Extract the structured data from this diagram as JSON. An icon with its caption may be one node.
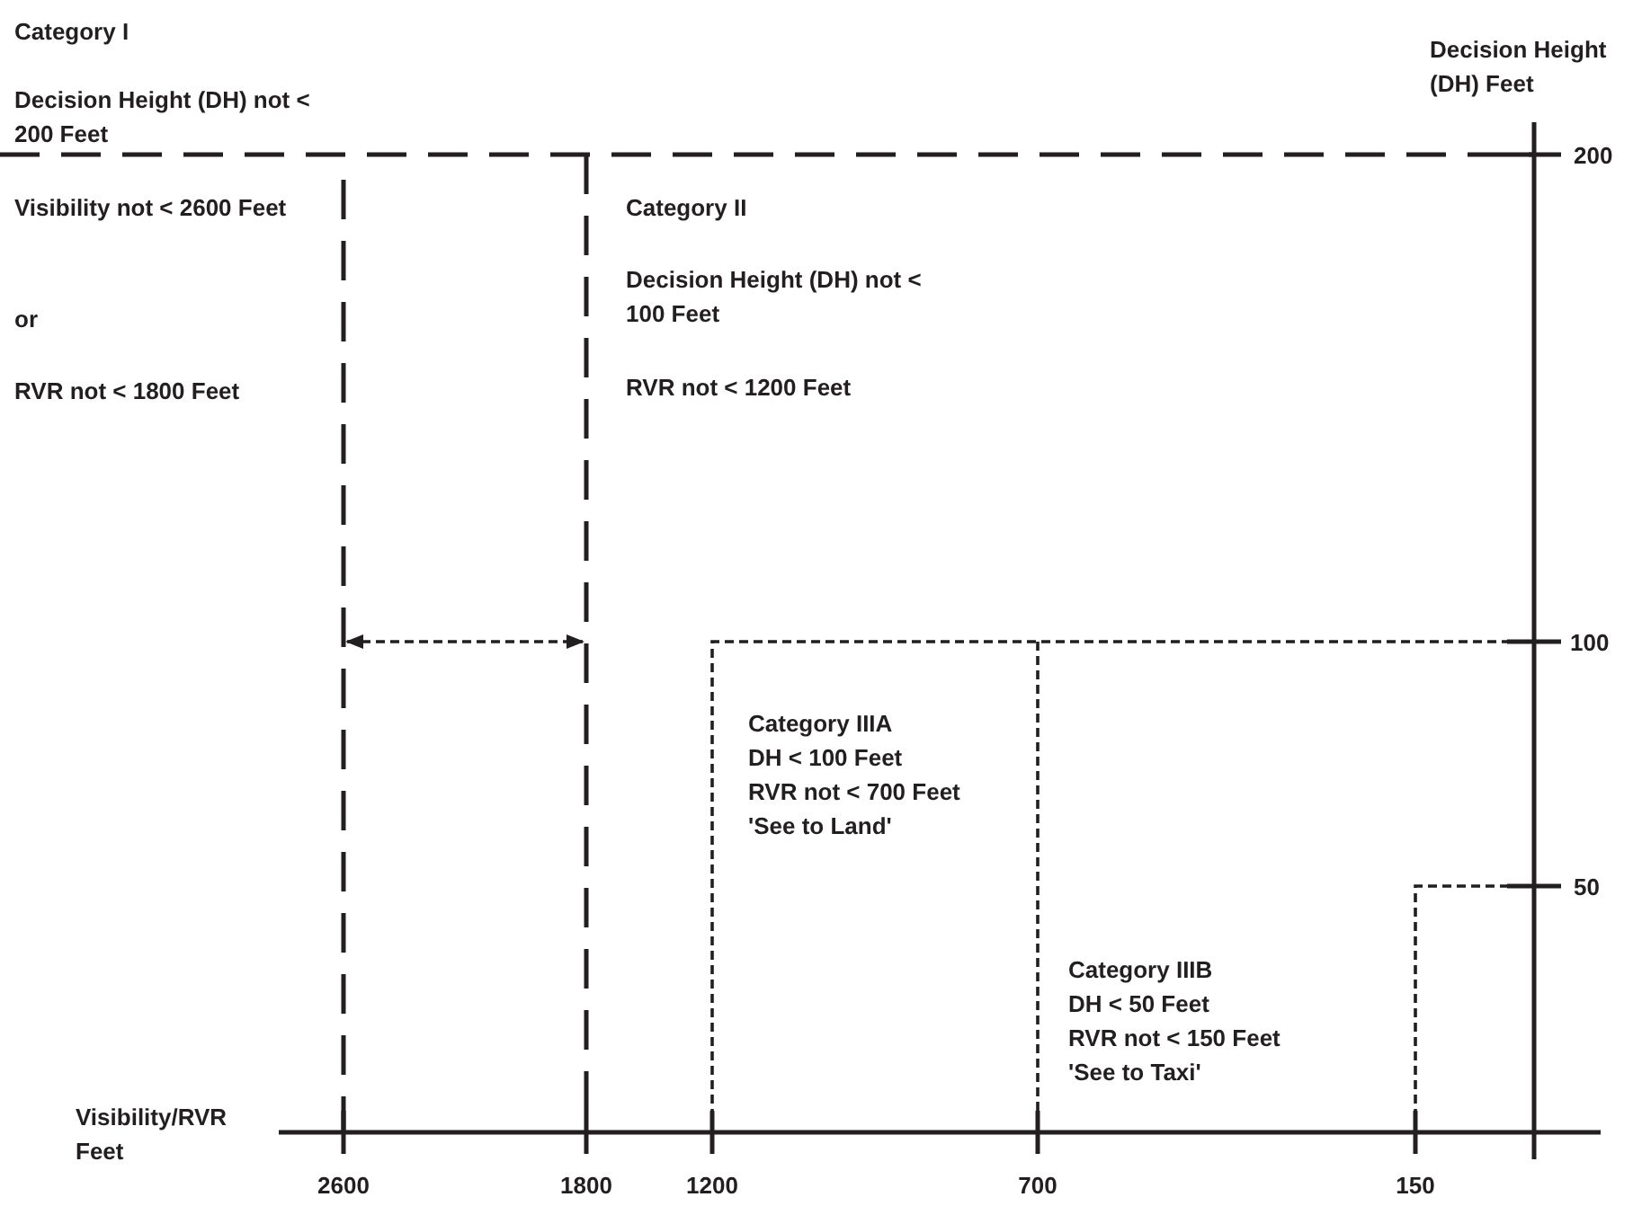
{
  "diagram": {
    "labels": [
      "Category I",
      "Decision Height (DH) not < 200 Feet",
      "Decision Height (DH) Feet",
      "200",
      "Visibility not < 2600 Feet",
      "Category II",
      "or",
      "Decision Height (DH) not < 100 Feet",
      "RVR not < 1800 Feet",
      "RVR not < 1200 Feet",
      "100",
      "Category IIIA",
      "DH < 100 Feet",
      "RVR not < 700 Feet",
      "'See to Land'",
      "50",
      "Category IIIB",
      "DH < 50 Feet",
      "RVR not < 150 Feet",
      "'See to Taxi'",
      "Visibility/RVR Feet",
      "2600",
      "1800",
      "1200",
      "700",
      "150"
    ]
  }
}
